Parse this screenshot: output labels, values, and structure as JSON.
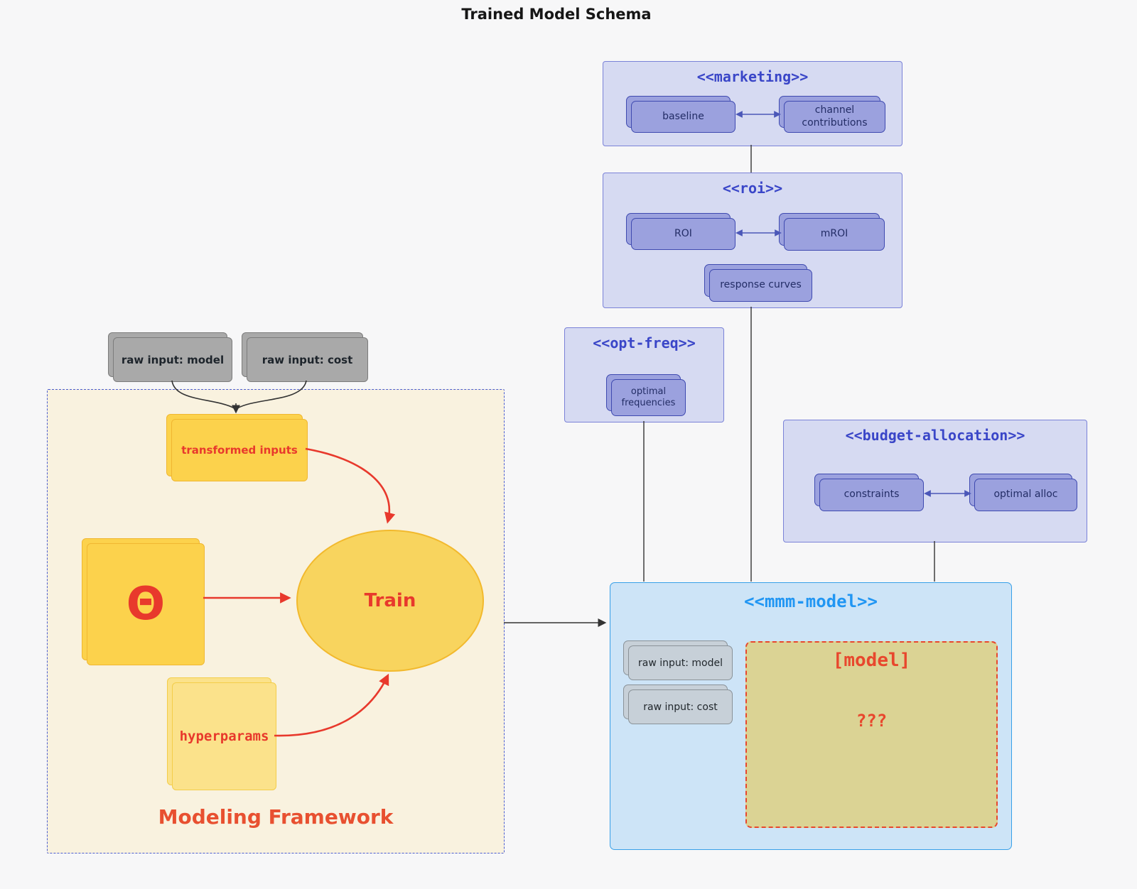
{
  "title": "Trained Model Schema",
  "framework": {
    "label": "Modeling Framework",
    "raw_model": "raw input: model",
    "raw_cost": "raw input: cost",
    "transformed": "transformed inputs",
    "theta": "Θ",
    "train": "Train",
    "hyperparams": "hyperparams"
  },
  "marketing": {
    "title": "<<marketing>>",
    "baseline": "baseline",
    "channel": "channel contributions"
  },
  "roi": {
    "title": "<<roi>>",
    "roi": "ROI",
    "mroi": "mROI",
    "response": "response curves"
  },
  "opt_freq": {
    "title": "<<opt-freq>>",
    "frequencies": "optimal frequencies"
  },
  "budget": {
    "title": "<<budget-allocation>>",
    "constraints": "constraints",
    "alloc": "optimal alloc"
  },
  "mmm": {
    "title": "<<mmm-model>>",
    "raw_model": "raw input: model",
    "raw_cost": "raw input: cost",
    "model_title": "[model]",
    "unknown": "???"
  },
  "colors": {
    "page_bg": "#f7f7f8",
    "purple_group_bg": "#d6daf2",
    "purple_group_border": "#7a82d8",
    "purple_node": "#9ba1de",
    "purple_node_border": "#3f4ab0",
    "purple_title_text": "#3a46c8",
    "mmm_bg": "#cde4f7",
    "mmm_border": "#38a0e8",
    "mmm_title_text": "#2196f3",
    "model_box_fill": "#dbd394",
    "model_box_border": "#e8472d",
    "red_accent": "#e8392c",
    "yellow_node": "#fcd24c",
    "yellow_node_border": "#f0b731",
    "yellow_light_node": "#fbe28b",
    "gray_node": "#a9a9a9",
    "gray_light_node": "#c7d0d8",
    "framework_bg": "#f9f2df",
    "framework_border": "#4a5cd0"
  }
}
